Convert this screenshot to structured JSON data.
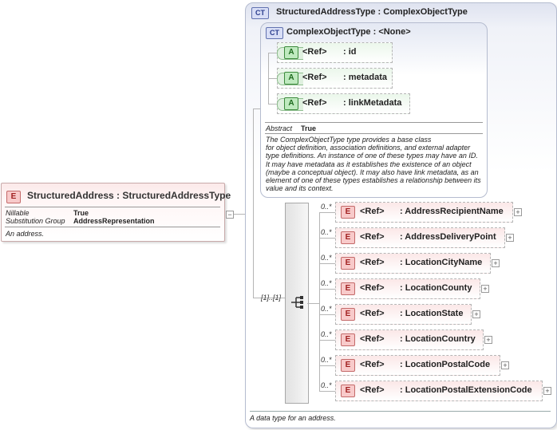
{
  "element": {
    "badge": "E",
    "title": "StructuredAddress : StructuredAddressType",
    "nillable_label": "Nillable",
    "nillable_value": "True",
    "substitution_label": "Substitution Group",
    "substitution_value": "AddressRepresentation",
    "description": "An address."
  },
  "complex_type": {
    "badge": "CT",
    "title": "StructuredAddressType : ComplexObjectType",
    "footer": "A data type for an address.",
    "base": {
      "badge": "CT",
      "title": "ComplexObjectType : <None>",
      "attributes": [
        {
          "badge": "A",
          "ref": "<Ref>",
          "name": ": id"
        },
        {
          "badge": "A",
          "ref": "<Ref>",
          "name": ": metadata"
        },
        {
          "badge": "A",
          "ref": "<Ref>",
          "name": ": linkMetadata"
        }
      ],
      "abstract_label": "Abstract",
      "abstract_value": "True",
      "description": [
        "The ComplexObjectType type provides a base class",
        "for object definition, association definitions, and external adapter",
        "type definitions. An instance of one of these types may have an ID.",
        "It may have metadata as it establishes the existence of an object",
        "(maybe a conceptual object). It may also have link metadata, as an",
        "element of one of these types establishes a relationship between its",
        "value and its context."
      ]
    },
    "sequence": {
      "occurrence": "[1]..[1]",
      "icon": "sequence-icon",
      "children": [
        {
          "occurs": "0..*",
          "badge": "E",
          "ref": "<Ref>",
          "name": ": AddressRecipientName"
        },
        {
          "occurs": "0..*",
          "badge": "E",
          "ref": "<Ref>",
          "name": ": AddressDeliveryPoint"
        },
        {
          "occurs": "0..*",
          "badge": "E",
          "ref": "<Ref>",
          "name": ": LocationCityName"
        },
        {
          "occurs": "0..*",
          "badge": "E",
          "ref": "<Ref>",
          "name": ": LocationCounty"
        },
        {
          "occurs": "0..*",
          "badge": "E",
          "ref": "<Ref>",
          "name": ": LocationState"
        },
        {
          "occurs": "0..*",
          "badge": "E",
          "ref": "<Ref>",
          "name": ": LocationCountry"
        },
        {
          "occurs": "0..*",
          "badge": "E",
          "ref": "<Ref>",
          "name": ": LocationPostalCode"
        },
        {
          "occurs": "0..*",
          "badge": "E",
          "ref": "<Ref>",
          "name": ": LocationPostalExtensionCode"
        }
      ]
    }
  },
  "colors": {
    "element_fill": "#f8caca",
    "attribute_fill": "#bfeabf",
    "complex_type_fill": "#d8def6",
    "connector": "#b5b5b5"
  }
}
